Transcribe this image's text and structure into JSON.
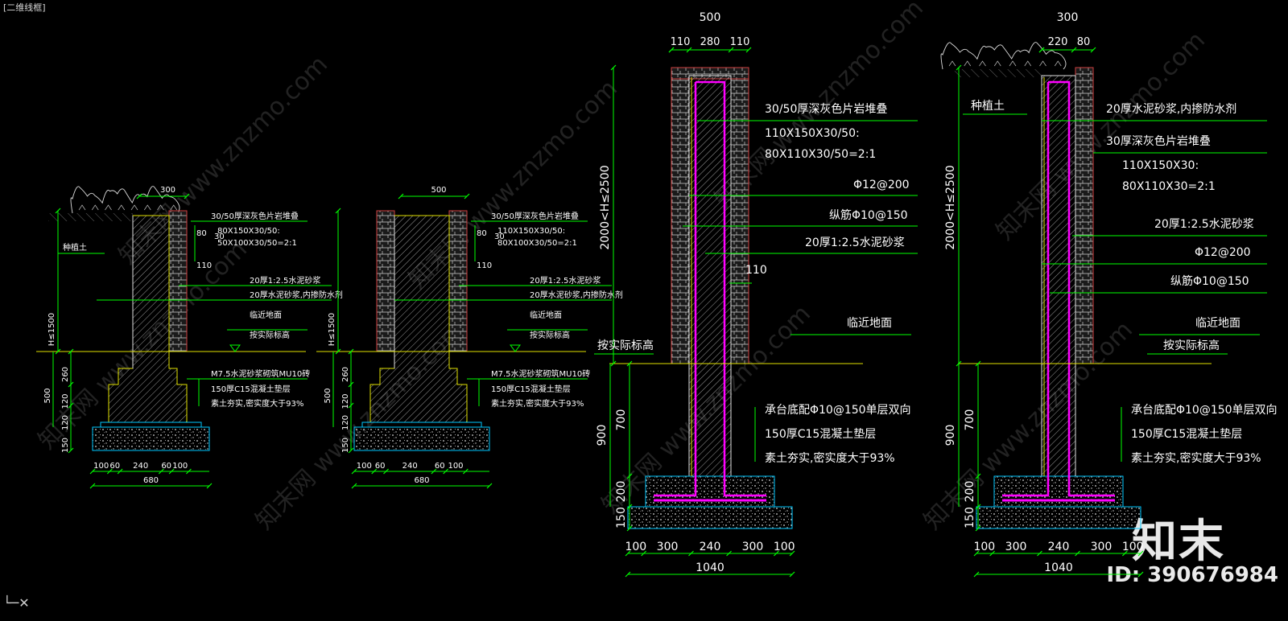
{
  "viewport_label": "[二维线框]",
  "ucs_icon": "ucs-icon",
  "brand": {
    "logo_text": "知末",
    "image_id": "ID: 390676984",
    "watermark": "知末网 www.znzmo.com"
  },
  "colors": {
    "dim": "#00ff00",
    "hatch": "#ffffff",
    "stone": "#d04040",
    "rebar": "#ff00ff",
    "bedding": "#00c8ff",
    "ground": "#e0e000",
    "text": "#ffffff"
  },
  "sections": [
    {
      "id": "s1",
      "top_width": "300",
      "top_sub": [],
      "height_label": "H≤1500",
      "foot_dims": [
        "260",
        "120",
        "120"
      ],
      "bed_dim": "150",
      "foot_total": "500",
      "bottom_dims": [
        "100",
        "60",
        "240",
        "60",
        "100"
      ],
      "bottom_total": "680",
      "side_dims": [
        "80",
        "30",
        "110"
      ],
      "planting_soil": "种植土",
      "notes_top": [
        "30/50厚深灰色片岩堆叠",
        "80X150X30/50:",
        "50X100X30/50=2:1",
        "20厚1:2.5水泥砂浆",
        "20厚水泥砂浆,内掺防水剂"
      ],
      "ground_labels": [
        "临近地面",
        "按实际标高"
      ],
      "notes_bottom": [
        "M7.5水泥砂浆砌筑MU10砖",
        "150厚C15混凝土垫层",
        "素土夯实,密实度大于93%"
      ]
    },
    {
      "id": "s2",
      "top_width": "500",
      "top_sub": [],
      "height_label": "H≤1500",
      "foot_dims": [
        "260",
        "120",
        "120"
      ],
      "bed_dim": "150",
      "foot_total": "500",
      "bottom_dims": [
        "100",
        "60",
        "240",
        "60",
        "100"
      ],
      "bottom_total": "680",
      "side_dims": [
        "80",
        "30",
        "110"
      ],
      "notes_top": [
        "30/50厚深灰色片岩堆叠",
        "110X150X30/50:",
        "80X100X30/50=2:1",
        "20厚1:2.5水泥砂浆",
        "20厚水泥砂浆,内掺防水剂"
      ],
      "ground_labels": [
        "临近地面",
        "按实际标高"
      ],
      "notes_bottom": [
        "M7.5水泥砂浆砌筑MU10砖",
        "150厚C15混凝土垫层",
        "素土夯实,密实度大于93%"
      ]
    },
    {
      "id": "s3",
      "top_width": "500",
      "top_sub": [
        "110",
        "280",
        "110"
      ],
      "height_label": "2000<H≤2500",
      "foot_dims": [
        "700",
        "200"
      ],
      "bed_dim": "150",
      "foot_total": "900",
      "bottom_dims": [
        "100",
        "300",
        "240",
        "300",
        "100"
      ],
      "bottom_total": "1040",
      "side_dims": [
        "110"
      ],
      "notes_top": [
        "30/50厚深灰色片岩堆叠",
        "110X150X30/50:",
        "80X110X30/50=2:1",
        "Φ12@200",
        "纵筋Φ10@150",
        "20厚1:2.5水泥砂浆"
      ],
      "ground_labels": [
        "临近地面",
        "按实际标高"
      ],
      "notes_bottom": [
        "承台底配Φ10@150单层双向",
        "150厚C15混凝土垫层",
        "素土夯实,密实度大于93%"
      ]
    },
    {
      "id": "s4",
      "top_width": "300",
      "top_sub": [
        "220",
        "80"
      ],
      "height_label": "2000<H≤2500",
      "foot_dims": [
        "700",
        "200"
      ],
      "bed_dim": "150",
      "foot_total": "900",
      "bottom_dims": [
        "100",
        "300",
        "240",
        "300",
        "100"
      ],
      "bottom_total": "1040",
      "planting_soil": "种植土",
      "notes_top": [
        "20厚水泥砂浆,内掺防水剂",
        "30厚深灰色片岩堆叠",
        "110X150X30:",
        "80X110X30=2:1",
        "20厚1:2.5水泥砂浆",
        "Φ12@200",
        "纵筋Φ10@150"
      ],
      "ground_labels": [
        "临近地面",
        "按实际标高"
      ],
      "notes_bottom": [
        "承台底配Φ10@150单层双向",
        "150厚C15混凝土垫层",
        "素土夯实,密实度大于93%"
      ]
    }
  ]
}
